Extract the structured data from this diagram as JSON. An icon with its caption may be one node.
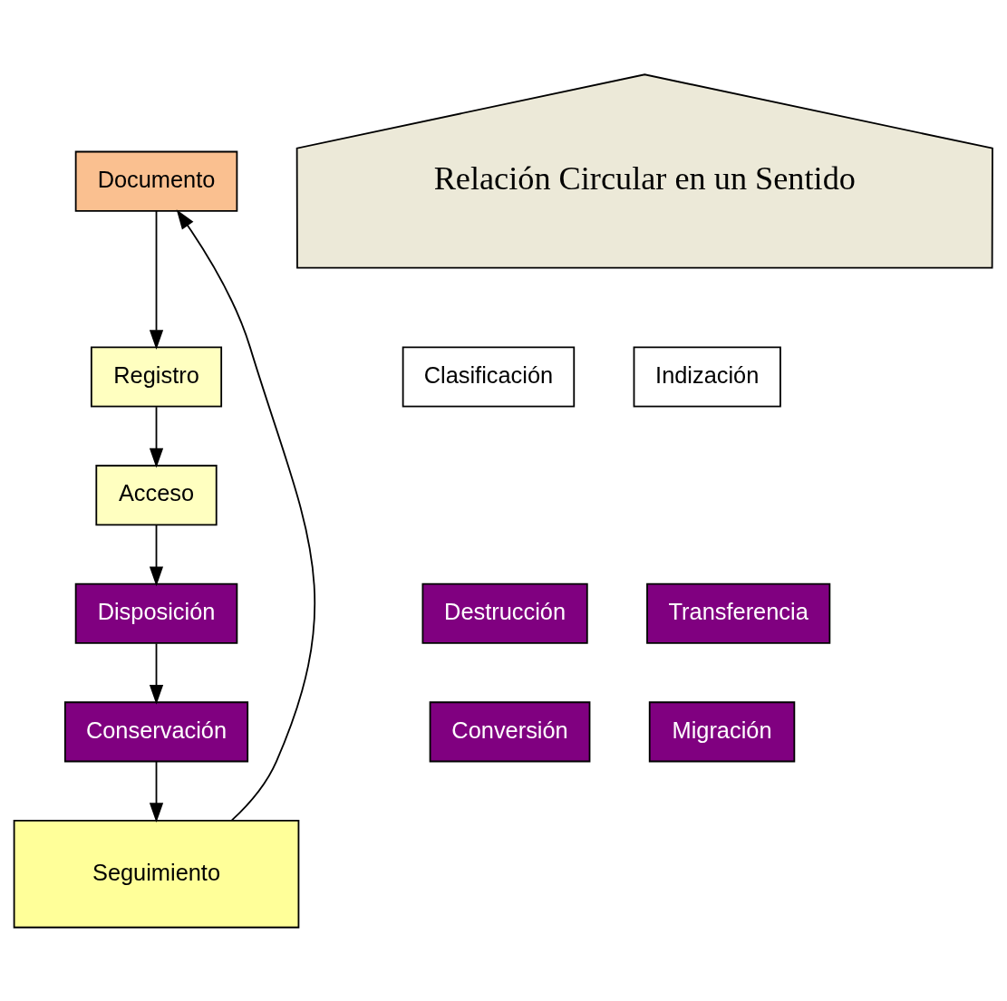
{
  "diagram": {
    "nodes": [
      {
        "text": [
          "Documento"
        ]
      },
      {
        "text": [
          "Registro"
        ]
      },
      {
        "text": [
          "Acceso"
        ]
      },
      {
        "text": [
          "Disposición"
        ]
      },
      {
        "text": [
          "Conservación"
        ]
      },
      {
        "text": [
          "Seguimiento"
        ]
      },
      {
        "text": [
          "Clasificación"
        ]
      },
      {
        "text": [
          "Indización"
        ]
      },
      {
        "text": [
          "Destrucción"
        ]
      },
      {
        "text": [
          "Transferencia"
        ]
      },
      {
        "text": [
          "Conversión"
        ]
      },
      {
        "text": [
          "Migración"
        ]
      },
      {
        "text": [
          "Relación Circular en un Sentido"
        ]
      }
    ],
    "edges": [
      {
        "from": 0,
        "to": 1,
        "arrow": "to"
      },
      {
        "from": 1,
        "to": 2,
        "arrow": "to"
      },
      {
        "from": 2,
        "to": 3,
        "arrow": "to"
      },
      {
        "from": 3,
        "to": 4,
        "arrow": "to"
      },
      {
        "from": 4,
        "to": 5,
        "arrow": "to"
      },
      {
        "from": 5,
        "to": 0,
        "arrow": "to"
      }
    ]
  }
}
